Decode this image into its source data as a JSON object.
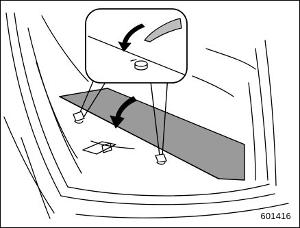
{
  "figure": {
    "code": "601416",
    "colors": {
      "line": "#000000",
      "cover_fill": "#9a9a9a",
      "background": "#ffffff"
    },
    "icons": [
      "cargo-cover-panel",
      "hook-detail-callout",
      "fold-down-arrow",
      "retaining-hook",
      "cargo-hook"
    ]
  }
}
